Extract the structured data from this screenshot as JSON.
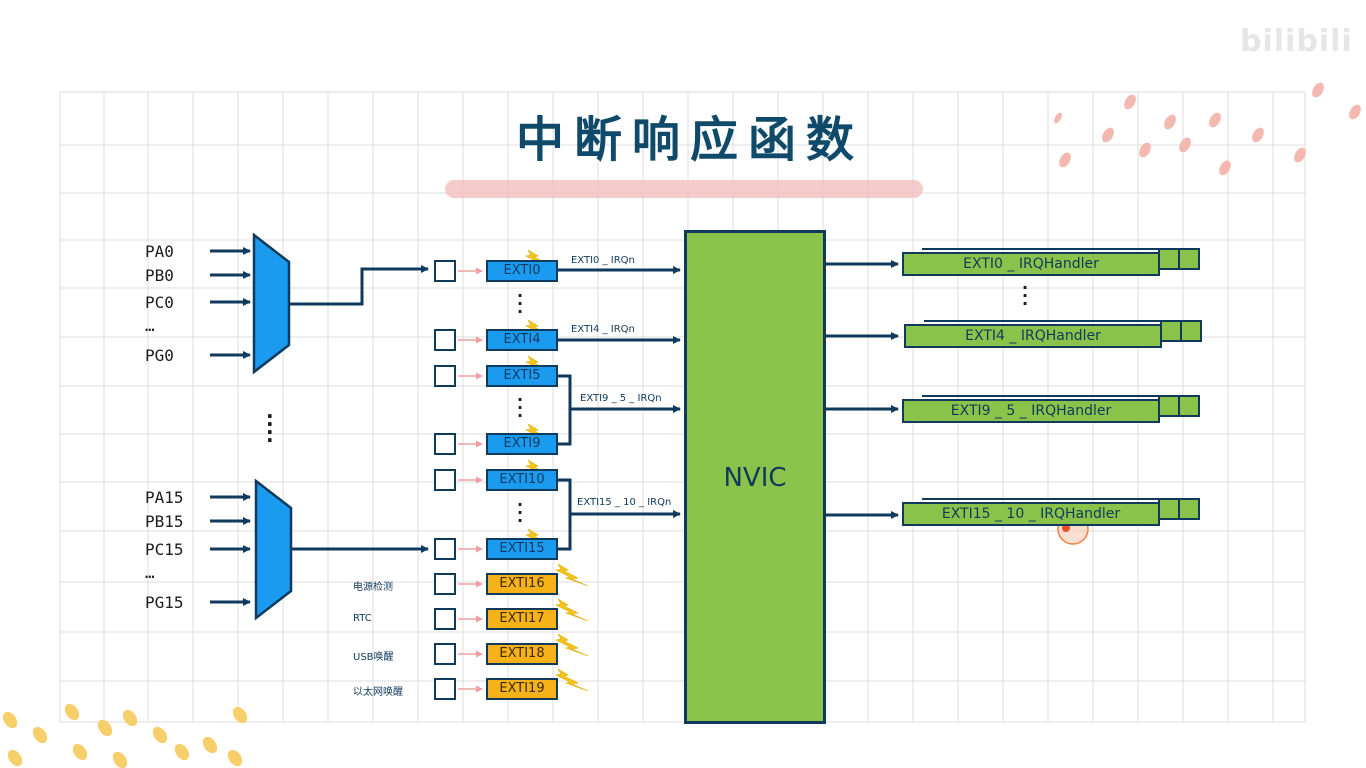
{
  "title": "中断响应函数",
  "watermark": "bilibili",
  "pins_group1": [
    "PA0",
    "PB0",
    "PC0",
    "…",
    "PG0"
  ],
  "pins_group2": [
    "PA15",
    "PB15",
    "PC15",
    "…",
    "PG15"
  ],
  "exti_lines": [
    "EXTI0",
    "EXTI4",
    "EXTI5",
    "EXTI9",
    "EXTI10",
    "EXTI15"
  ],
  "exti_special": [
    "EXTI16",
    "EXTI17",
    "EXTI18",
    "EXTI19"
  ],
  "special_sources": [
    "电源检测",
    "RTC",
    "USB唤醒",
    "以太网唤醒"
  ],
  "irqn_labels": [
    "EXTI0 _ IRQn",
    "EXTI4 _ IRQn",
    "EXTI9 _ 5 _ IRQn",
    "EXTI15 _ 10 _ IRQn"
  ],
  "nvic_label": "NVIC",
  "handlers": [
    "EXTI0 _ IRQHandler",
    "EXTI4 _ IRQHandler",
    "EXTI9 _ 5 _ IRQHandler",
    "EXTI15 _ 10 _ IRQHandler"
  ],
  "colors": {
    "line": "#103a5c",
    "mux": "#1a9bf0",
    "exti_blue": "#1a9bf0",
    "exti_orange": "#f7b21a",
    "nvic": "#8bc34a",
    "handler": "#8bc34a",
    "bolt": "#f5c518",
    "pink_arrow": "#f0a0a0"
  }
}
